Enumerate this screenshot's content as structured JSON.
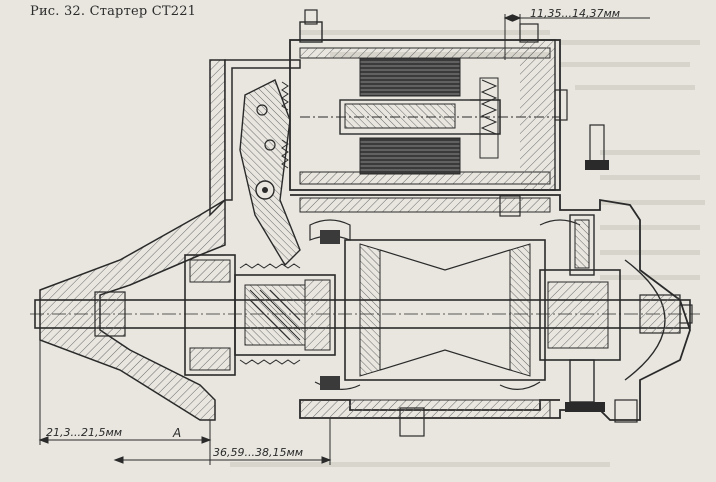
{
  "figure": {
    "caption": "Рис. 32. Стартер СТ221",
    "dimensions": {
      "top_gap": "11,35...14,37мм",
      "left_length": "21,3...21,5мм",
      "label_a": "А",
      "bottom_length": "36,59...38,15мм"
    }
  },
  "colors": {
    "paper": "#e8e6df",
    "ink": "#2a2a2a",
    "hatch": "#6a6a6a"
  }
}
